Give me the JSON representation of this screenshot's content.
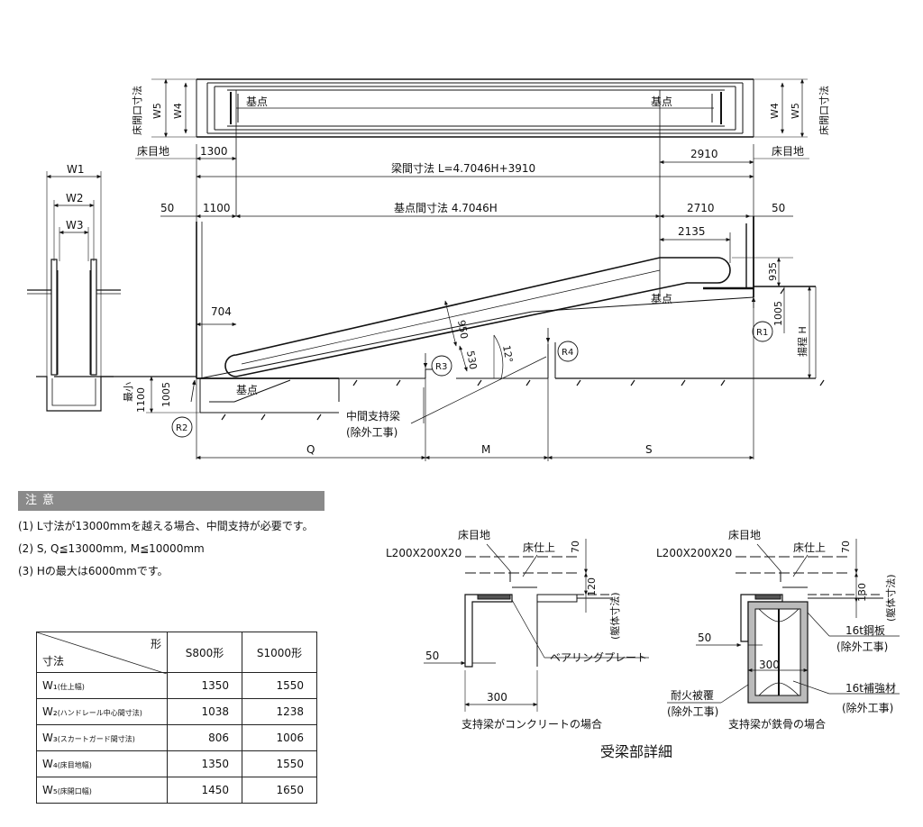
{
  "labels": {
    "kiten": "基点",
    "yukameji": "床目地",
    "yukakaikou": "床開口寸法",
    "w1": "W1",
    "w2": "W2",
    "w3": "W3",
    "w4": "W4",
    "w5": "W5",
    "dim_1300": "1300",
    "dim_2910": "2910",
    "dim_L": "梁間寸法 L=4.7046H+3910",
    "dim_50": "50",
    "dim_1100": "1100",
    "dim_base": "基点間寸法 4.7046H",
    "dim_2710": "2710",
    "dim_2135": "2135",
    "dim_935": "935",
    "dim_1005": "1005",
    "dim_704": "704",
    "dim_950": "950",
    "dim_530": "530",
    "angle": "12°",
    "rise_h": "揚程 H",
    "min": "最小",
    "dim_min_1100": "1100",
    "r1": "R1",
    "r2": "R2",
    "r3": "R3",
    "r4": "R4",
    "mid_support": "中間支持梁",
    "excluded_work": "(除外工事)",
    "q": "Q",
    "m": "M",
    "s": "S"
  },
  "detail": {
    "title": "受梁部詳細",
    "angle_steel": "L200X200X20",
    "yukameji": "床目地",
    "yukashiage": "床仕上",
    "dim_70": "70",
    "dim_120": "120",
    "dim_130": "130",
    "kutai": "(躯体寸法)",
    "bearing": "ベアリングプレート",
    "dim_50": "50",
    "dim_300": "300",
    "caption_concrete": "支持梁がコンクリートの場合",
    "caption_steel": "支持梁が鉄骨の場合",
    "steel_plate": "16t鋼板",
    "reinforce": "16t補強材",
    "fireproof": "耐火被覆",
    "excluded": "(除外工事)"
  },
  "notes": {
    "header": "注意",
    "items": [
      "(1) L寸法が13000mmを越える場合、中間支持が必要です。",
      "(2) S, Q≦13000mm, M≦10000mm",
      "(3) Hの最大は6000mmです。"
    ]
  },
  "table": {
    "corner_top": "形",
    "corner_bottom": "寸法",
    "columns": [
      "S800形",
      "S1000形"
    ],
    "rows": [
      {
        "sym": "W₁",
        "desc": "(仕上幅)",
        "v1": "1350",
        "v2": "1550"
      },
      {
        "sym": "W₂",
        "desc": "(ハンドレール中心間寸法)",
        "v1": "1038",
        "v2": "1238"
      },
      {
        "sym": "W₃",
        "desc": "(スカートガード間寸法)",
        "v1": "806",
        "v2": "1006"
      },
      {
        "sym": "W₄",
        "desc": "(床目地幅)",
        "v1": "1350",
        "v2": "1550"
      },
      {
        "sym": "W₅",
        "desc": "(床開口幅)",
        "v1": "1450",
        "v2": "1650"
      }
    ]
  }
}
